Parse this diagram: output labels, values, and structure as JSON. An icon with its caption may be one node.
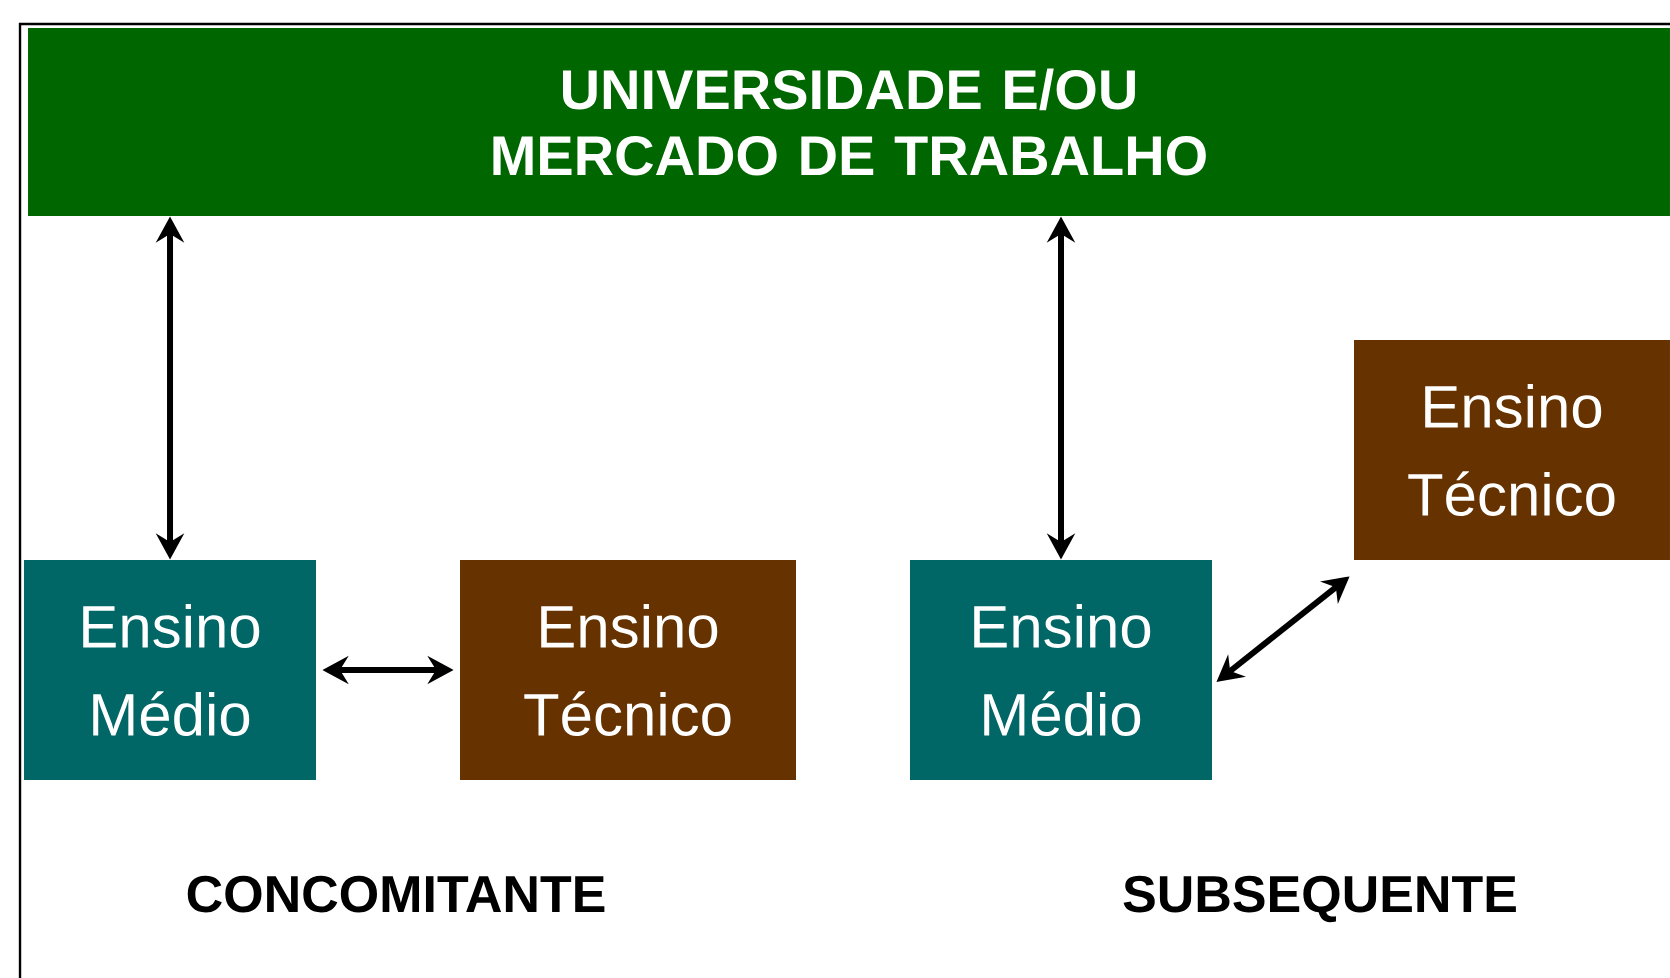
{
  "diagram": {
    "nodes": [
      {
        "text": [
          "UNIVERSIDADE E/OU MERCADO DE TRABALHO"
        ]
      },
      {
        "text": [
          "Ensino Médio"
        ]
      },
      {
        "text": [
          "Ensino Técnico"
        ]
      },
      {
        "text": [
          "Ensino Médio"
        ]
      },
      {
        "text": [
          "Ensino Técnico"
        ]
      }
    ],
    "edges": [
      {
        "from": 0,
        "to": 1,
        "arrow": "both"
      },
      {
        "from": 1,
        "to": 2,
        "arrow": "both"
      },
      {
        "from": 0,
        "to": 3,
        "arrow": "both"
      },
      {
        "from": 3,
        "to": 4,
        "arrow": "both"
      }
    ],
    "labels": [
      "CONCOMITANTE",
      "SUBSEQUENTE"
    ]
  }
}
